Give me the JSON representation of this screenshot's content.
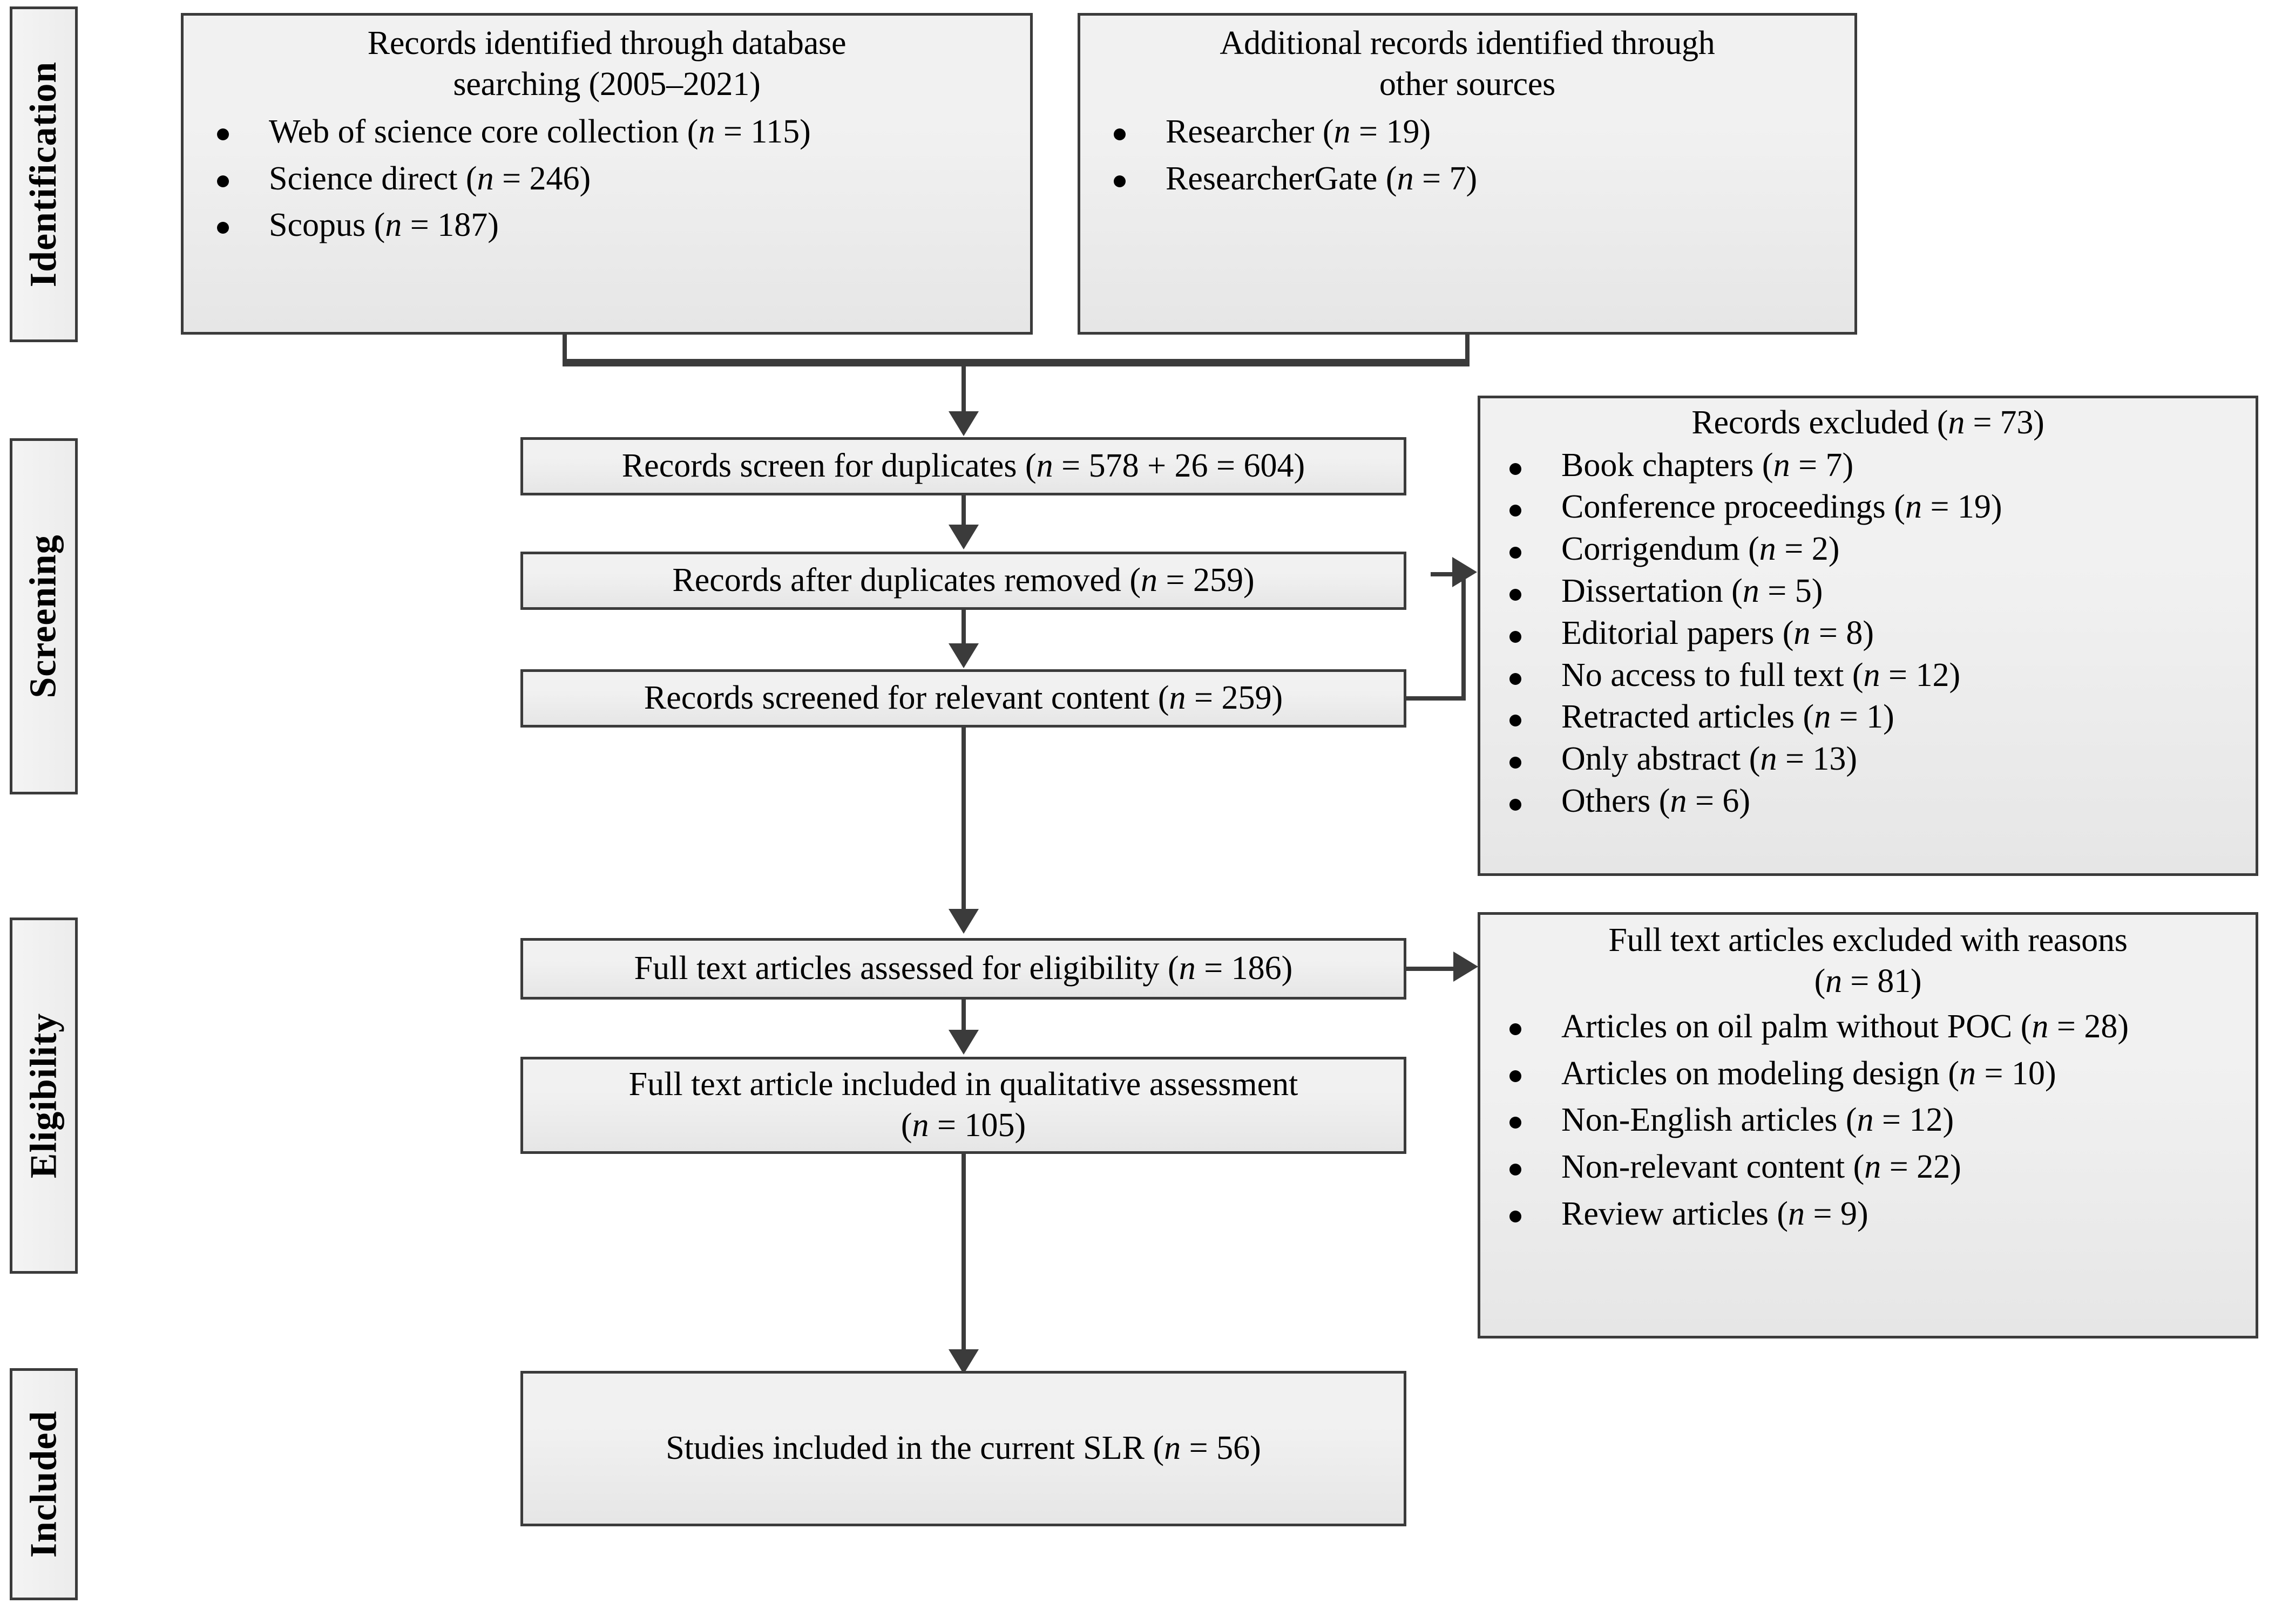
{
  "diagram": {
    "type": "PRISMA flow diagram",
    "stages": [
      {
        "key": "identification",
        "label": "Identification"
      },
      {
        "key": "screening",
        "label": "Screening"
      },
      {
        "key": "eligibility",
        "label": "Eligibility"
      },
      {
        "key": "included",
        "label": "Included"
      }
    ]
  },
  "boxes": {
    "database_search": {
      "title": "Records identified through database\nsearching (2005–2021)",
      "items": [
        "Web of science core collection (n = 115)",
        "Science direct (n = 246)",
        "Scopus (n = 187)"
      ]
    },
    "other_sources": {
      "title": "Additional records identified through\nother sources",
      "items": [
        "Researcher (n = 19)",
        "ResearcherGate (n = 7)"
      ]
    },
    "screen_duplicates": {
      "text": "Records screen for duplicates (n = 578 + 26 = 604)"
    },
    "after_duplicates": {
      "text": "Records after duplicates removed (n = 259)"
    },
    "screened_relevant": {
      "text": "Records screened for relevant content (n = 259)"
    },
    "records_excluded": {
      "title": "Records excluded (n = 73)",
      "items": [
        "Book chapters (n = 7)",
        "Conference proceedings (n = 19)",
        "Corrigendum (n = 2)",
        "Dissertation (n = 5)",
        "Editorial papers (n = 8)",
        "No access to full text (n = 12)",
        "Retracted articles (n = 1)",
        "Only abstract (n = 13)",
        "Others (n = 6)"
      ]
    },
    "eligibility_assessed": {
      "text": "Full text articles assessed for eligibility (n = 186)"
    },
    "fulltext_excluded": {
      "title": "Full text articles excluded with reasons\n(n = 81)",
      "items": [
        "Articles on oil palm without POC (n = 28)",
        "Articles on modeling design (n = 10)",
        "Non-English articles  (n = 12)",
        "Non-relevant content (n = 22)",
        "Review articles (n = 9)"
      ]
    },
    "qualitative_included": {
      "text": "Full text article included in qualitative assessment\n(n = 105)"
    },
    "studies_included": {
      "text": "Studies included in the current SLR  (n = 56)"
    }
  },
  "counts": {
    "web_of_science": 115,
    "science_direct": 246,
    "scopus": 187,
    "researcher": 19,
    "researchergate": 7,
    "screened_for_duplicates_db": 578,
    "screened_for_duplicates_other": 26,
    "screened_for_duplicates_total": 604,
    "after_duplicates_removed": 259,
    "screened_for_relevant_content": 259,
    "records_excluded_total": 73,
    "full_text_assessed": 186,
    "full_text_excluded_total": 81,
    "qualitative_assessment": 105,
    "studies_included_slr": 56
  },
  "colors": {
    "box_border": "#3b3b3b",
    "box_fill_top": "#f1f1f1",
    "box_fill_bottom": "#e6e6e6",
    "connector": "#3b3b3b",
    "text": "#000000",
    "page_background": "#ffffff"
  }
}
